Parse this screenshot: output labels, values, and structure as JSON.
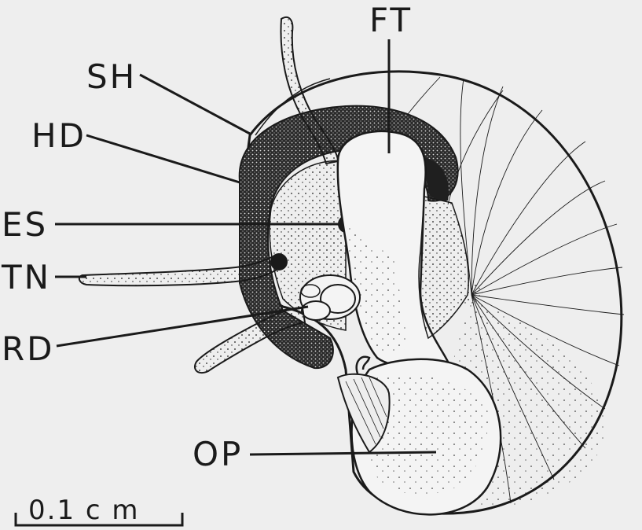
{
  "figure": {
    "labels": {
      "sh": "SH",
      "ft": "FT",
      "hd": "HD",
      "es": "ES",
      "tn": "TN",
      "rd": "RD",
      "op": "OP"
    },
    "scale_bar": {
      "text": "0.1 c m"
    },
    "colors": {
      "background": "#eeeeee",
      "ink": "#1a1a1a"
    }
  }
}
